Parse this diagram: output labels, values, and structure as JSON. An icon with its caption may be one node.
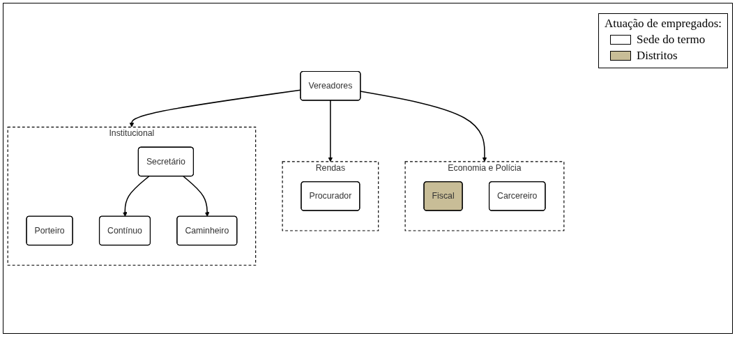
{
  "diagram": {
    "nodes": [
      {
        "text": [
          "Vereadores"
        ]
      },
      {
        "text": [
          "Institucional"
        ]
      },
      {
        "text": [
          "Porteiro"
        ],
        "in": 1
      },
      {
        "text": [
          "Secretário"
        ],
        "in": 1
      },
      {
        "text": [
          "Contínuo"
        ],
        "in": 1
      },
      {
        "text": [
          "Caminheiro"
        ],
        "in": 1
      },
      {
        "text": [
          "Rendas"
        ]
      },
      {
        "text": [
          "Procurador"
        ],
        "in": 6
      },
      {
        "text": [
          "Economia e Polícia"
        ]
      },
      {
        "text": [
          "Fiscal"
        ],
        "in": 8
      },
      {
        "text": [
          "Carcereiro"
        ],
        "in": 8
      }
    ],
    "edges": [
      {
        "from": 0,
        "to": 1,
        "arrow": "to"
      },
      {
        "from": 0,
        "to": 6,
        "arrow": "to"
      },
      {
        "from": 0,
        "to": 8,
        "arrow": "to"
      },
      {
        "from": 3,
        "to": 4,
        "arrow": "to"
      },
      {
        "from": 3,
        "to": 5,
        "arrow": "to"
      }
    ],
    "labels": [
      "Atuação de empregados:"
    ],
    "legend": [
      {
        "text": "Sede do termo",
        "color": "#ffffff"
      },
      {
        "text": "Distritos",
        "color": "#c8bd97"
      }
    ]
  }
}
